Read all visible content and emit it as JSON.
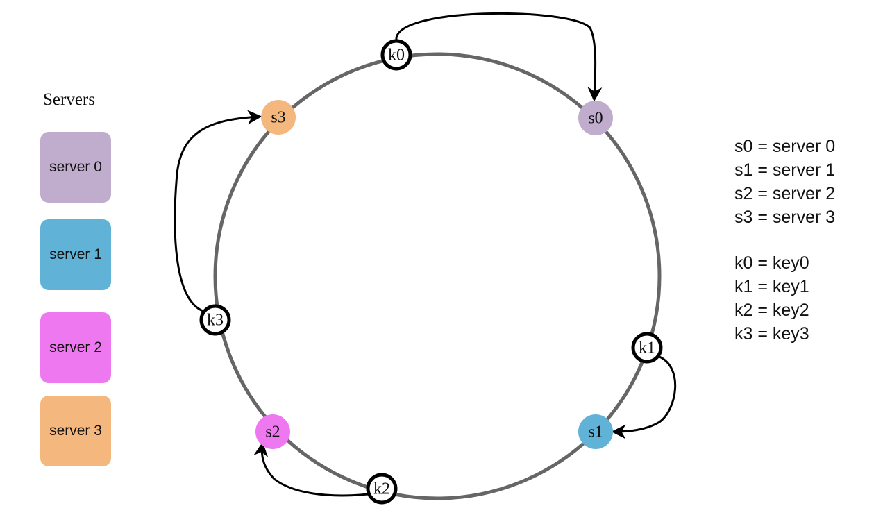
{
  "legend": {
    "title": "Servers",
    "items": [
      {
        "label": "server 0",
        "color": "#C0ACCD"
      },
      {
        "label": "server 1",
        "color": "#60B2D7"
      },
      {
        "label": "server 2",
        "color": "#EE78F0"
      },
      {
        "label": "server 3",
        "color": "#F4B77D"
      }
    ]
  },
  "ring": {
    "stroke_color": "#666666",
    "servers": [
      {
        "label": "s0",
        "color": "#C0ACCD"
      },
      {
        "label": "s1",
        "color": "#60B2D7"
      },
      {
        "label": "s2",
        "color": "#EE78F0"
      },
      {
        "label": "s3",
        "color": "#F4B77D"
      }
    ],
    "keys": [
      {
        "label": "k0"
      },
      {
        "label": "k1"
      },
      {
        "label": "k2"
      },
      {
        "label": "k3"
      }
    ]
  },
  "mapping": {
    "servers": [
      "s0 = server 0",
      "s1 = server 1",
      "s2 = server 2",
      "s3 = server 3"
    ],
    "keys": [
      "k0 = key0",
      "k1 = key1",
      "k2 = key2",
      "k3 = key3"
    ]
  }
}
